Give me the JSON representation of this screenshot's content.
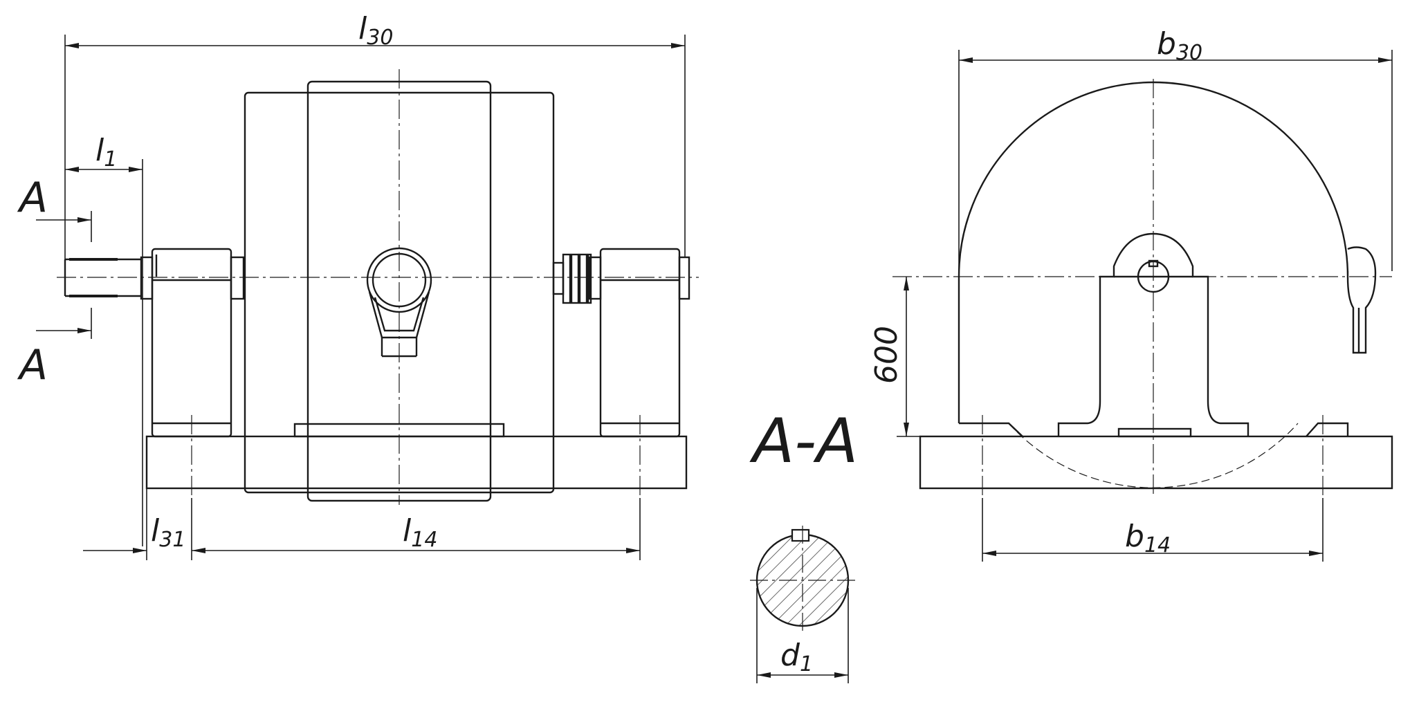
{
  "labels": {
    "l30": {
      "main": "l",
      "sub": "30"
    },
    "l1": {
      "main": "l",
      "sub": "1"
    },
    "l31": {
      "main": "l",
      "sub": "31"
    },
    "l14": {
      "main": "l",
      "sub": "14"
    },
    "b30": {
      "main": "b",
      "sub": "30"
    },
    "b14": {
      "main": "b",
      "sub": "14"
    },
    "d1": {
      "main": "d",
      "sub": "1"
    },
    "section_mark_top": "A",
    "section_mark_bottom": "A",
    "section_title": "A-A",
    "height_600": "600"
  },
  "colors": {
    "line": "#1a1a1a",
    "background": "#ffffff",
    "hatch": "#444444"
  }
}
